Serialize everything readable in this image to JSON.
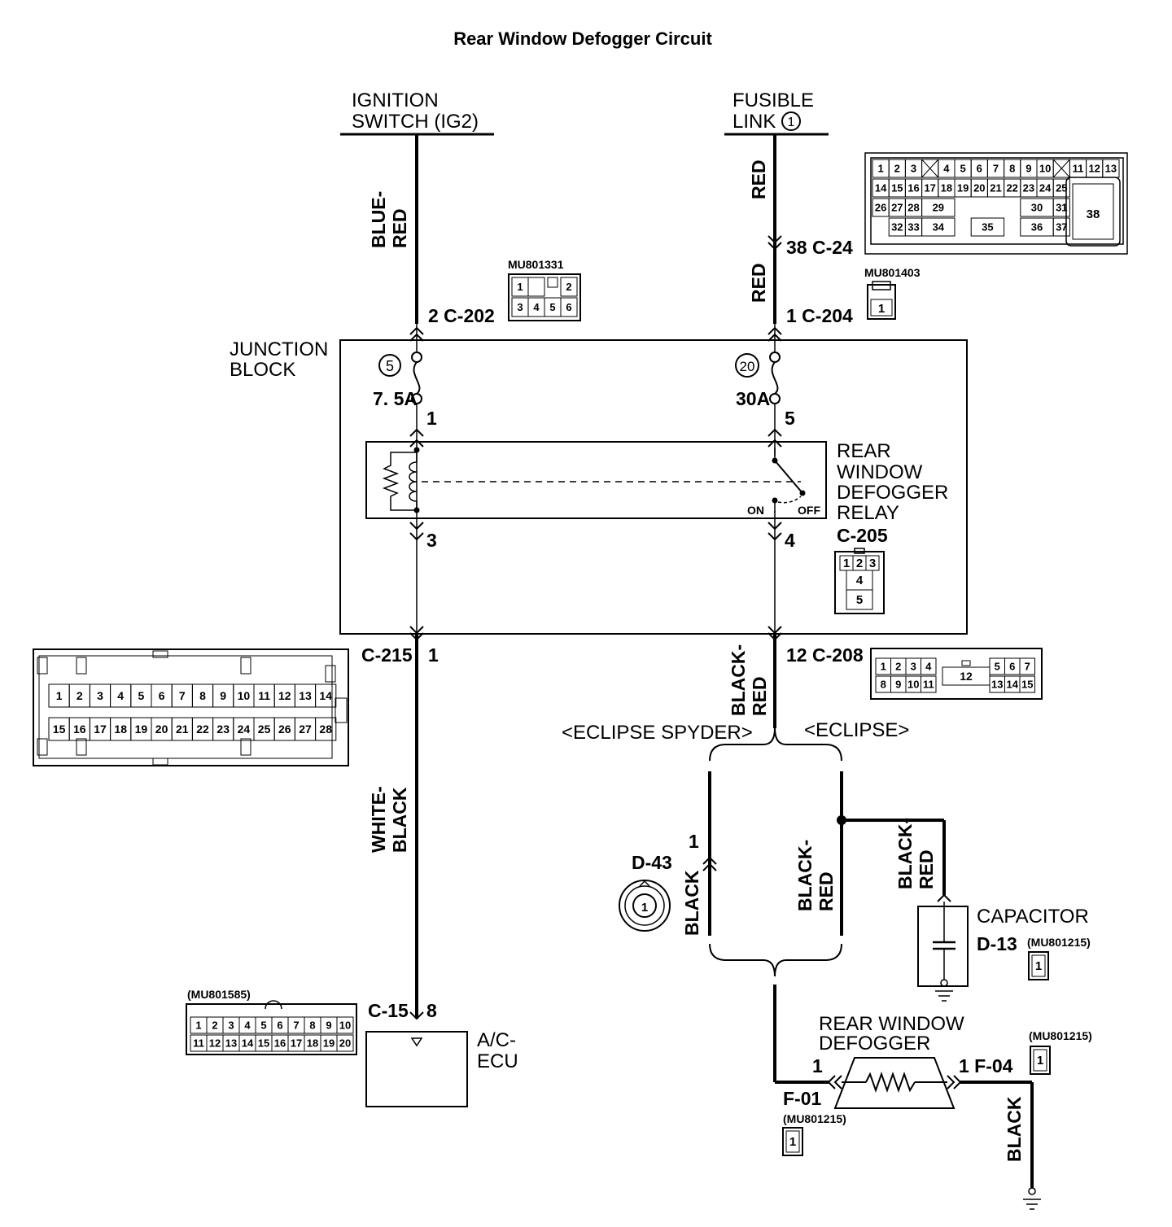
{
  "title": "Rear Window Defogger Circuit",
  "sources": {
    "ignition_l1": "IGNITION",
    "ignition_l2": "SWITCH (IG2)",
    "fusible_l1": "FUSIBLE",
    "fusible_l2": "LINK",
    "fusible_num": "1"
  },
  "wires": {
    "blue_red_1": "BLUE-",
    "blue_red_2": "RED",
    "red_a": "RED",
    "red_b": "RED",
    "white_black_1": "WHITE-",
    "white_black_2": "BLACK",
    "black_red_a1": "BLACK-",
    "black_red_a2": "RED",
    "black_red_b1": "BLACK-",
    "black_red_b2": "RED",
    "black_red_c1": "BLACK-",
    "black_red_c2": "RED",
    "black_a": "BLACK",
    "black_b": "BLACK"
  },
  "connectors": {
    "c24": "38  C-24",
    "c202": "2  C-202",
    "c204": "1  C-204",
    "c215": "C-215",
    "c215_pin": "1",
    "c208": "12  C-208",
    "c15": "C-15",
    "c15_pin": "8",
    "d43": "D-43",
    "d43_pin": "1",
    "d13": "D-13",
    "f01": "F-01",
    "f01_pin": "1",
    "f04": "1  F-04"
  },
  "part_numbers": {
    "mu801331": "MU801331",
    "mu801403": "MU801403",
    "mu801585": "(MU801585)",
    "mu801215_a": "(MU801215)",
    "mu801215_b": "(MU801215)",
    "mu801215_c": "(MU801215)"
  },
  "junction_block": {
    "label_l1": "JUNCTION",
    "label_l2": "BLOCK",
    "fuse_left_num": "5",
    "fuse_left_rating": "7. 5A",
    "fuse_right_num": "20",
    "fuse_right_rating": "30A",
    "pin_1": "1",
    "pin_5": "5",
    "pin_3": "3",
    "pin_4": "4"
  },
  "relay": {
    "l1": "REAR",
    "l2": "WINDOW",
    "l3": "DEFOGGER",
    "l4": "RELAY",
    "connector": "C-205",
    "on": "ON",
    "off": "OFF",
    "pins_top": [
      "1",
      "2",
      "3"
    ],
    "pin_mid": "4",
    "pin_bot": "5"
  },
  "variants": {
    "spyder": "<ECLIPSE SPYDER>",
    "eclipse": "<ECLIPSE>"
  },
  "capacitor": "CAPACITOR",
  "defogger_l1": "REAR WINDOW",
  "defogger_l2": "DEFOGGER",
  "ecu_l1": "A/C-",
  "ecu_l2": "ECU",
  "connector_views": {
    "c24_rows": [
      [
        "1",
        "2",
        "3",
        "",
        "4",
        "5",
        "6",
        "7",
        "8",
        "9",
        "10",
        "",
        "11",
        "12",
        "13"
      ],
      [
        "14",
        "15",
        "16",
        "17",
        "18",
        "19",
        "20",
        "21",
        "22",
        "23",
        "24",
        "25"
      ],
      [
        "26",
        "27",
        "28",
        "29",
        "30",
        "31"
      ],
      [
        "32",
        "33",
        "34",
        "35",
        "36",
        "37"
      ]
    ],
    "c24_big": "38",
    "c202_top": [
      "1",
      "2"
    ],
    "c202_bottom": [
      "3",
      "4",
      "5",
      "6"
    ],
    "c204_pin": "1",
    "c215_top": [
      "1",
      "2",
      "3",
      "4",
      "5",
      "6",
      "7",
      "8",
      "9",
      "10",
      "11",
      "12",
      "13",
      "14"
    ],
    "c215_bottom": [
      "15",
      "16",
      "17",
      "18",
      "19",
      "20",
      "21",
      "22",
      "23",
      "24",
      "25",
      "26",
      "27",
      "28"
    ],
    "c208_top": [
      "1",
      "2",
      "3",
      "4",
      "5",
      "6",
      "7"
    ],
    "c208_bottom": [
      "8",
      "9",
      "10",
      "11",
      "13",
      "14",
      "15"
    ],
    "c208_mid": "12",
    "c15_top": [
      "1",
      "2",
      "3",
      "4",
      "5",
      "6",
      "7",
      "8",
      "9",
      "10"
    ],
    "c15_bottom": [
      "11",
      "12",
      "13",
      "14",
      "15",
      "16",
      "17",
      "18",
      "19",
      "20"
    ],
    "single_pin": "1"
  }
}
